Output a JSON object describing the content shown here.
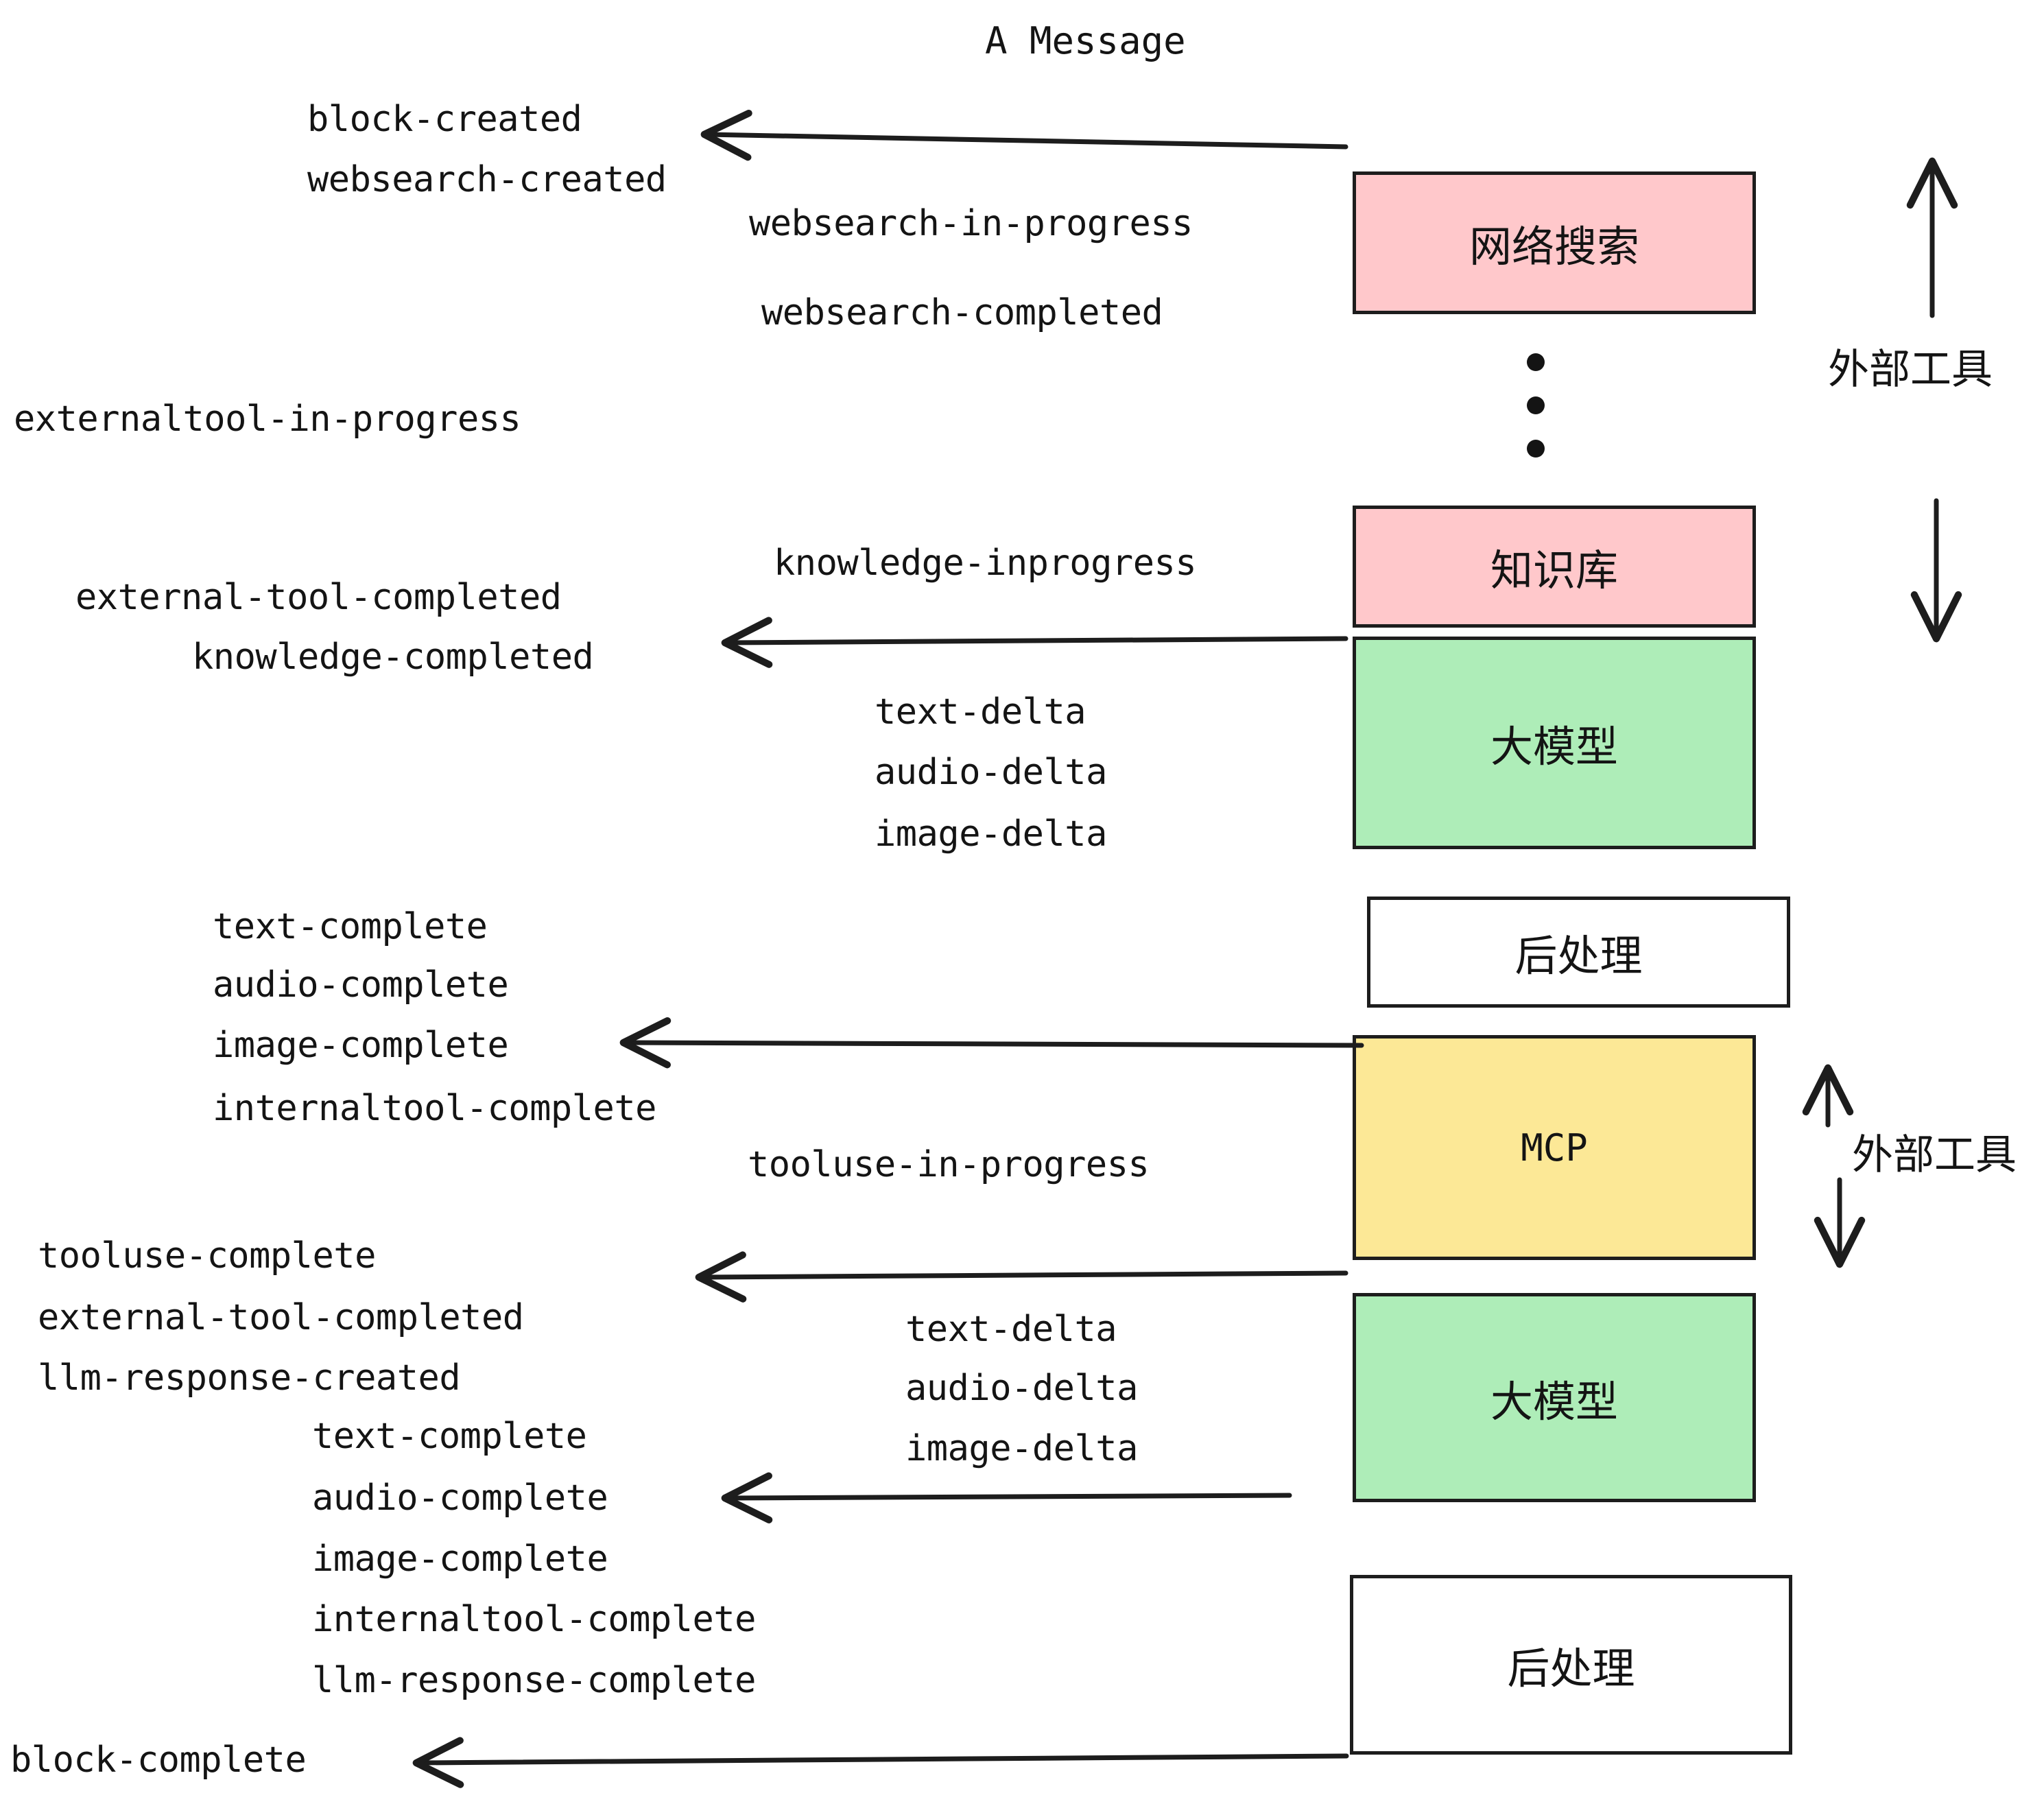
{
  "title": "A Message",
  "colors": {
    "pink": "#ffc8cb",
    "green": "#aeedb8",
    "yellow": "#fce896",
    "white": "#ffffff",
    "stroke": "#1d1d1d",
    "text": "#141414"
  },
  "nodes": {
    "websearch": "网络搜索",
    "knowledge": "知识库",
    "llm_top": "大模型",
    "postprocess_top": "后处理",
    "mcp": "MCP",
    "llm_bottom": "大模型",
    "postprocess_bottom": "后处理"
  },
  "side_labels": {
    "external_tool_top": "外部工具",
    "external_tool_bottom": "外部工具"
  },
  "events": {
    "block_created": "block-created",
    "websearch_created": "websearch-created",
    "websearch_in_progress": "websearch-in-progress",
    "websearch_completed": "websearch-completed",
    "externaltool_in_progress": "externaltool-in-progress",
    "knowledge_inprogress": "knowledge-inprogress",
    "external_tool_completed_1": "external-tool-completed",
    "knowledge_completed": "knowledge-completed",
    "text_delta_1": "text-delta",
    "audio_delta_1": "audio-delta",
    "image_delta_1": "image-delta",
    "text_complete_1": "text-complete",
    "audio_complete_1": "audio-complete",
    "image_complete_1": "image-complete",
    "internaltool_complete_1": "internaltool-complete",
    "tooluse_in_progress": "tooluse-in-progress",
    "tooluse_complete": "tooluse-complete",
    "external_tool_completed_2": "external-tool-completed",
    "llm_response_created": "llm-response-created",
    "text_delta_2": "text-delta",
    "audio_delta_2": "audio-delta",
    "image_delta_2": "image-delta",
    "text_complete_2": "text-complete",
    "audio_complete_2": "audio-complete",
    "image_complete_2": "image-complete",
    "internaltool_complete_2": "internaltool-complete",
    "llm_response_complete": "llm-response-complete",
    "block_complete": "block-complete"
  },
  "ellipsis": "⋮"
}
